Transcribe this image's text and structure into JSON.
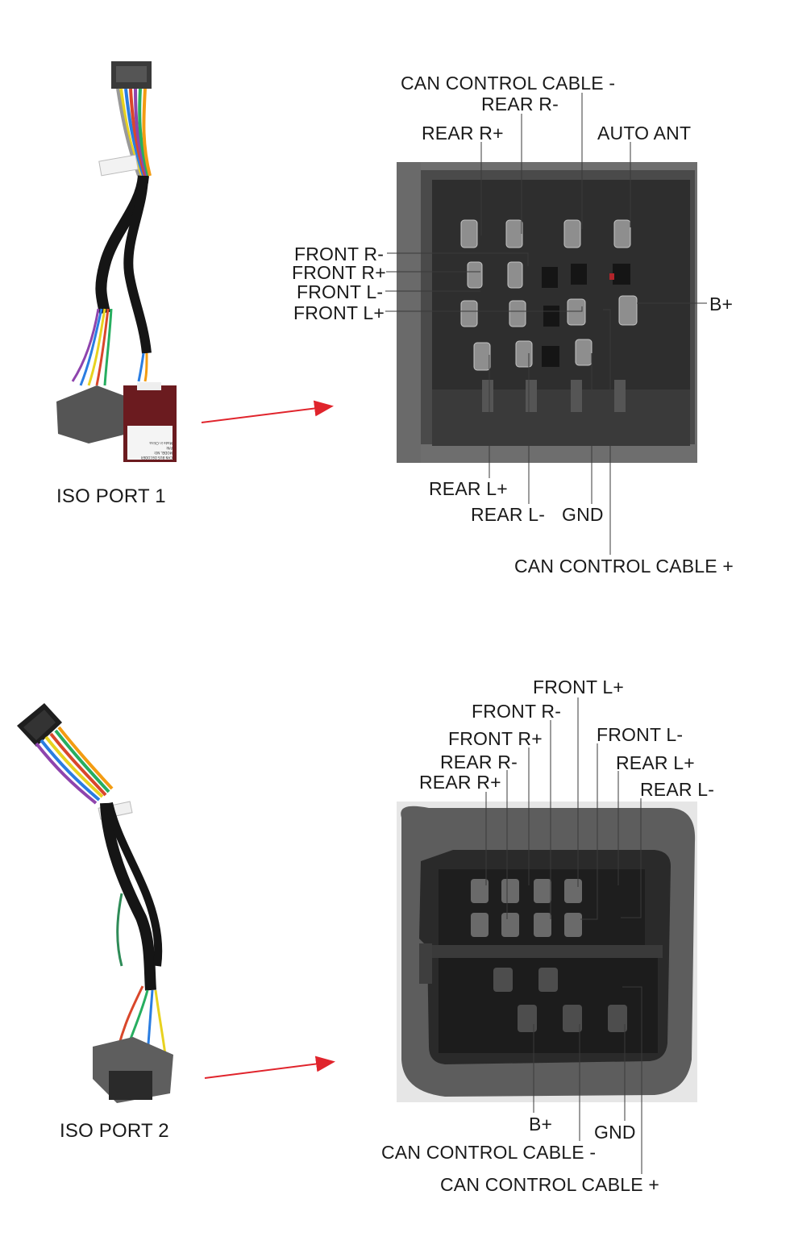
{
  "port1": {
    "title": "ISO PORT 1",
    "decoder_label_lines": [
      "CAN BUS DECODER",
      "MODEL NO: ",
      "P/N: ",
      "Made in China"
    ],
    "pins": {
      "can_minus": "CAN CONTROL CABLE -",
      "rear_r_minus": "REAR R-",
      "rear_r_plus": "REAR R+",
      "auto_ant": "AUTO ANT",
      "front_r_minus": "FRONT R-",
      "front_r_plus": "FRONT R+",
      "front_l_minus": "FRONT L-",
      "front_l_plus": "FRONT L+",
      "b_plus": "B+",
      "rear_l_plus": "REAR L+",
      "rear_l_minus": "REAR L-",
      "gnd": "GND",
      "can_plus": "CAN CONTROL CABLE +"
    }
  },
  "port2": {
    "title": "ISO PORT 2",
    "pins": {
      "front_l_plus": "FRONT L+",
      "front_r_minus": "FRONT R-",
      "front_r_plus": "FRONT R+",
      "front_l_minus": "FRONT L-",
      "rear_r_minus": "REAR R-",
      "rear_l_plus": "REAR L+",
      "rear_r_plus": "REAR R+",
      "rear_l_minus": "REAR L-",
      "b_plus": "B+",
      "gnd": "GND",
      "can_minus": "CAN CONTROL CABLE -",
      "can_plus": "CAN CONTROL CABLE +"
    }
  },
  "colors": {
    "arrow": "#e0242c",
    "leader": "#3a3a3a",
    "foam": "#5f5f5f",
    "connector": "#2b2b2b"
  }
}
